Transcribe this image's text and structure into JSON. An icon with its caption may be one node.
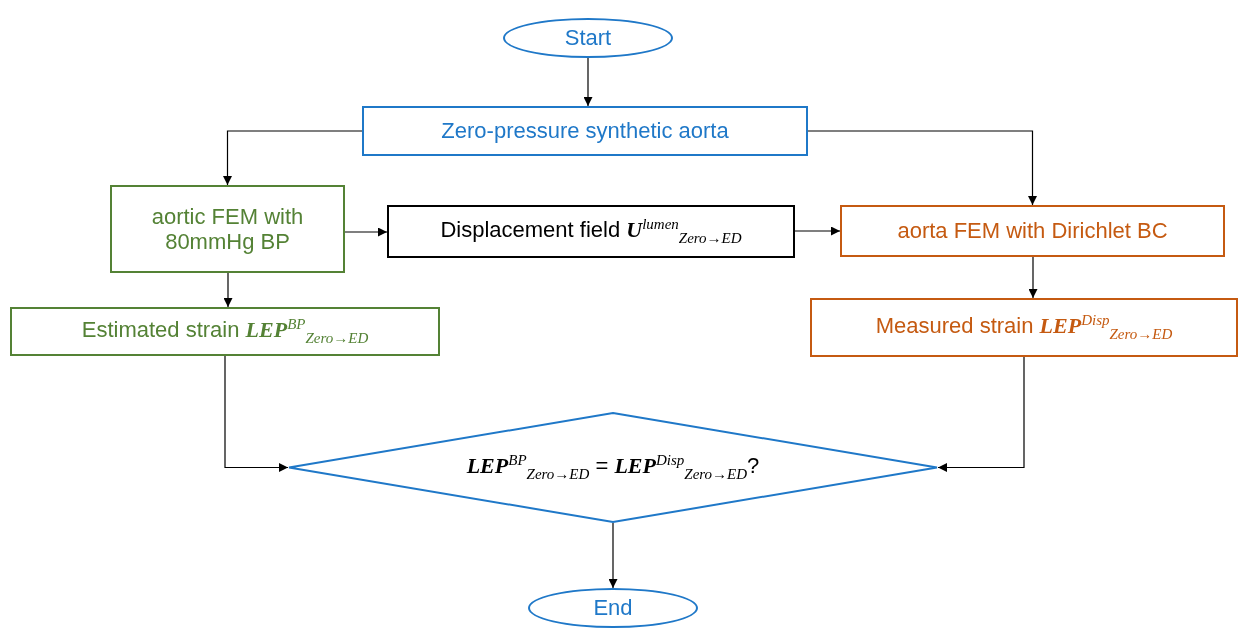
{
  "diagram": {
    "nodes": [
      {
        "text": [
          "Start"
        ]
      },
      {
        "text": [
          "Zero-pressure synthetic aorta"
        ]
      },
      {
        "text": [
          "aortic FEM with 80mmHg BP"
        ]
      },
      {
        "text": [
          "Displacement field **U**$^{lumen}$$_{Zero→ED}$"
        ]
      },
      {
        "text": [
          "aorta FEM with Dirichlet BC"
        ]
      },
      {
        "text": [
          "Estimated strain **LEP**$^{BP}$$_{Zero→ED}$"
        ]
      },
      {
        "text": [
          "Measured strain **LEP**$^{Disp}$$_{Zero→ED}$"
        ]
      },
      {
        "text": [
          "**LEP**$^{BP}$$_{Zero→ED}$ = **LEP**$^{Disp}$$_{Zero→ED}$?"
        ]
      },
      {
        "text": [
          "End"
        ]
      }
    ],
    "edges": [
      {
        "from": 0,
        "to": 1,
        "arrow": "to"
      },
      {
        "from": 1,
        "to": 2,
        "arrow": "to"
      },
      {
        "from": 1,
        "to": 4,
        "arrow": "to"
      },
      {
        "from": 2,
        "to": 3,
        "arrow": "to"
      },
      {
        "from": 3,
        "to": 4,
        "arrow": "to"
      },
      {
        "from": 2,
        "to": 5,
        "arrow": "to"
      },
      {
        "from": 4,
        "to": 6,
        "arrow": "to"
      },
      {
        "from": 5,
        "to": 7,
        "arrow": "to"
      },
      {
        "from": 6,
        "to": 7,
        "arrow": "to"
      },
      {
        "from": 7,
        "to": 8,
        "arrow": "to"
      }
    ]
  }
}
